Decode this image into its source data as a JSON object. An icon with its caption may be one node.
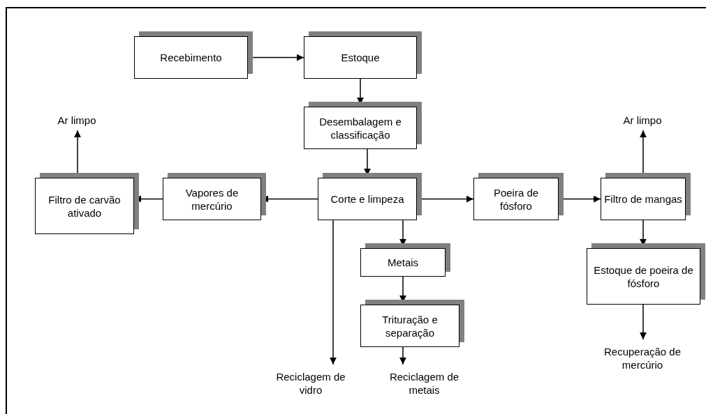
{
  "diagram": {
    "nodes": [
      {
        "text": [
          "Recebimento"
        ]
      },
      {
        "text": [
          "Estoque"
        ]
      },
      {
        "text": [
          "Desembalagem e classificação"
        ]
      },
      {
        "text": [
          "Corte e limpeza"
        ]
      },
      {
        "text": [
          "Vapores de mercúrio"
        ]
      },
      {
        "text": [
          "Filtro de carvão ativado"
        ]
      },
      {
        "text": [
          "Poeira de fósforo"
        ]
      },
      {
        "text": [
          "Filtro de mangas"
        ]
      },
      {
        "text": [
          "Metais"
        ]
      },
      {
        "text": [
          "Trituração e separação"
        ]
      },
      {
        "text": [
          "Estoque de poeira de fósforo"
        ]
      },
      {
        "text": [
          "Ar limpo"
        ]
      },
      {
        "text": [
          "Ar limpo"
        ]
      },
      {
        "text": [
          "Reciclagem de vidro"
        ]
      },
      {
        "text": [
          "Reciclagem de metais"
        ]
      },
      {
        "text": [
          "Recuperação de mercúrio"
        ]
      }
    ],
    "edges": [
      {
        "from": 0,
        "to": 1,
        "arrow": "to"
      },
      {
        "from": 1,
        "to": 2,
        "arrow": "to"
      },
      {
        "from": 2,
        "to": 3,
        "arrow": "to"
      },
      {
        "from": 3,
        "to": 4,
        "arrow": "to"
      },
      {
        "from": 4,
        "to": 5,
        "arrow": "to"
      },
      {
        "from": 5,
        "to": 11,
        "arrow": "to"
      },
      {
        "from": 3,
        "to": 6,
        "arrow": "to"
      },
      {
        "from": 6,
        "to": 7,
        "arrow": "to"
      },
      {
        "from": 7,
        "to": 12,
        "arrow": "to"
      },
      {
        "from": 3,
        "to": 8,
        "arrow": "to"
      },
      {
        "from": 8,
        "to": 9,
        "arrow": "to"
      },
      {
        "from": 9,
        "to": 14,
        "arrow": "to"
      },
      {
        "from": 3,
        "to": 13,
        "arrow": "to"
      },
      {
        "from": 7,
        "to": 10,
        "arrow": "to"
      },
      {
        "from": 10,
        "to": 15,
        "arrow": "to"
      }
    ]
  }
}
